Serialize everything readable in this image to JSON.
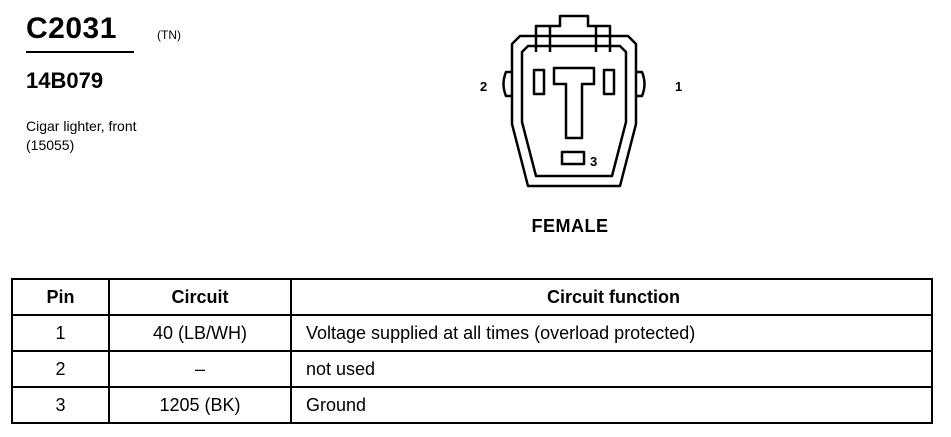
{
  "connector": {
    "id": "C2031",
    "color_code": "(TN)",
    "part_number": "14B079",
    "description_line1": "Cigar lighter, front",
    "description_line2": "(15055)"
  },
  "diagram": {
    "view_label": "FEMALE",
    "pin_labels": [
      "2",
      "1",
      "3"
    ]
  },
  "table": {
    "headers": {
      "pin": "Pin",
      "circuit": "Circuit",
      "function": "Circuit function"
    },
    "rows": [
      {
        "pin": "1",
        "circuit": "40 (LB/WH)",
        "function": "Voltage supplied at all times (overload protected)"
      },
      {
        "pin": "2",
        "circuit": "–",
        "function": "not used"
      },
      {
        "pin": "3",
        "circuit": "1205 (BK)",
        "function": "Ground"
      }
    ]
  }
}
